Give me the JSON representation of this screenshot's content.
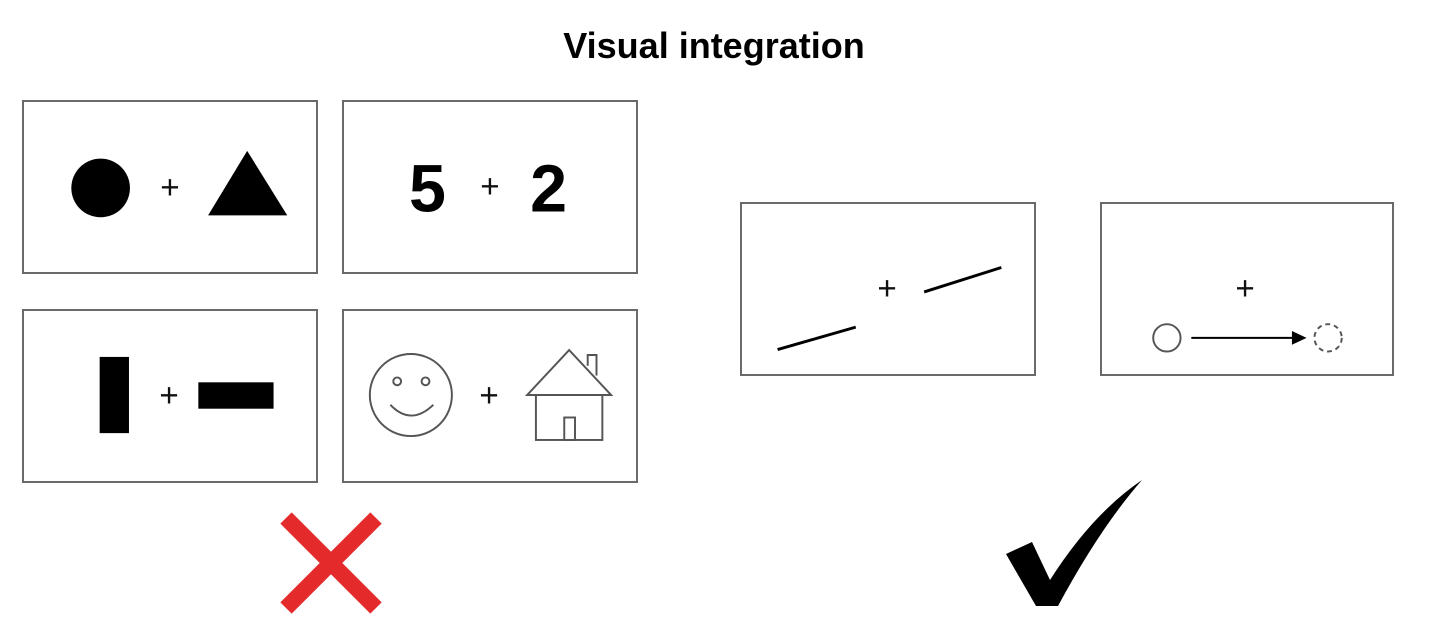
{
  "title": "Visual integration",
  "panels": {
    "circle_triangle": {
      "plus": "+"
    },
    "numbers": {
      "left": "5",
      "plus": "+",
      "right": "2"
    },
    "bar_shapes": {
      "plus": "+"
    },
    "face_house": {
      "plus": "+"
    },
    "line_segments": {
      "plus": "+"
    },
    "motion": {
      "plus": "+"
    }
  },
  "icons": {
    "cross": "cross-icon",
    "check": "check-icon"
  },
  "colors": {
    "cross": "#e42a2a",
    "check": "#000000",
    "panel_border": "#6a6a6a"
  }
}
